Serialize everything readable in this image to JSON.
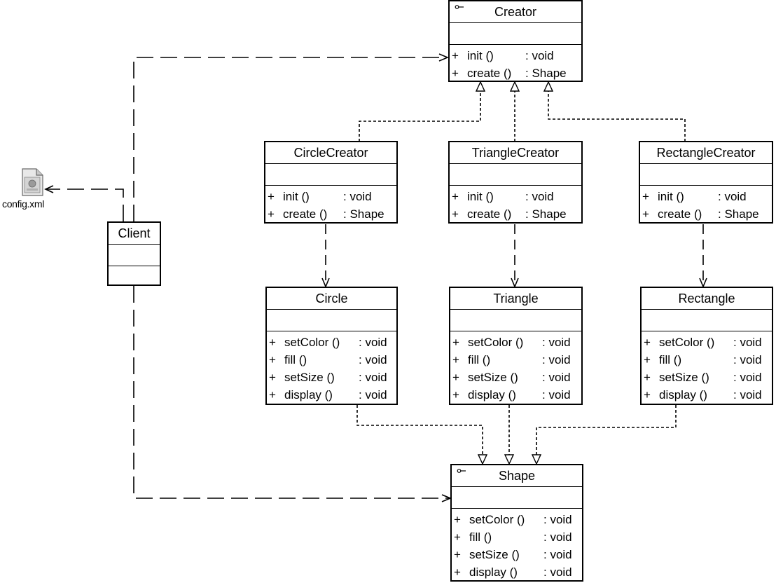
{
  "classes": {
    "creator": {
      "name": "Creator",
      "ops": [
        {
          "vis": "+",
          "name": "init ()",
          "type": ": void"
        },
        {
          "vis": "+",
          "name": "create ()",
          "type": ": Shape"
        }
      ]
    },
    "circle_creator": {
      "name": "CircleCreator",
      "ops": [
        {
          "vis": "+",
          "name": "init ()",
          "type": ": void"
        },
        {
          "vis": "+",
          "name": "create ()",
          "type": ": Shape"
        }
      ]
    },
    "triangle_creator": {
      "name": "TriangleCreator",
      "ops": [
        {
          "vis": "+",
          "name": "init ()",
          "type": ": void"
        },
        {
          "vis": "+",
          "name": "create ()",
          "type": ": Shape"
        }
      ]
    },
    "rectangle_creator": {
      "name": "RectangleCreator",
      "ops": [
        {
          "vis": "+",
          "name": "init ()",
          "type": ": void"
        },
        {
          "vis": "+",
          "name": "create ()",
          "type": ": Shape"
        }
      ]
    },
    "client": {
      "name": "Client"
    },
    "circle": {
      "name": "Circle",
      "ops": [
        {
          "vis": "+",
          "name": "setColor ()",
          "type": ": void"
        },
        {
          "vis": "+",
          "name": "fill ()",
          "type": ": void"
        },
        {
          "vis": "+",
          "name": "setSize ()",
          "type": ": void"
        },
        {
          "vis": "+",
          "name": "display ()",
          "type": ": void"
        }
      ]
    },
    "triangle": {
      "name": "Triangle",
      "ops": [
        {
          "vis": "+",
          "name": "setColor ()",
          "type": ": void"
        },
        {
          "vis": "+",
          "name": "fill ()",
          "type": ": void"
        },
        {
          "vis": "+",
          "name": "setSize ()",
          "type": ": void"
        },
        {
          "vis": "+",
          "name": "display ()",
          "type": ": void"
        }
      ]
    },
    "rectangle": {
      "name": "Rectangle",
      "ops": [
        {
          "vis": "+",
          "name": "setColor ()",
          "type": ": void"
        },
        {
          "vis": "+",
          "name": "fill ()",
          "type": ": void"
        },
        {
          "vis": "+",
          "name": "setSize ()",
          "type": ": void"
        },
        {
          "vis": "+",
          "name": "display ()",
          "type": ": void"
        }
      ]
    },
    "shape": {
      "name": "Shape",
      "ops": [
        {
          "vis": "+",
          "name": "setColor ()",
          "type": ": void"
        },
        {
          "vis": "+",
          "name": "fill ()",
          "type": ": void"
        },
        {
          "vis": "+",
          "name": "setSize ()",
          "type": ": void"
        },
        {
          "vis": "+",
          "name": "display ()",
          "type": ": void"
        }
      ]
    }
  },
  "artifact": {
    "label": "config.xml",
    "icon": "xml-file-icon"
  }
}
